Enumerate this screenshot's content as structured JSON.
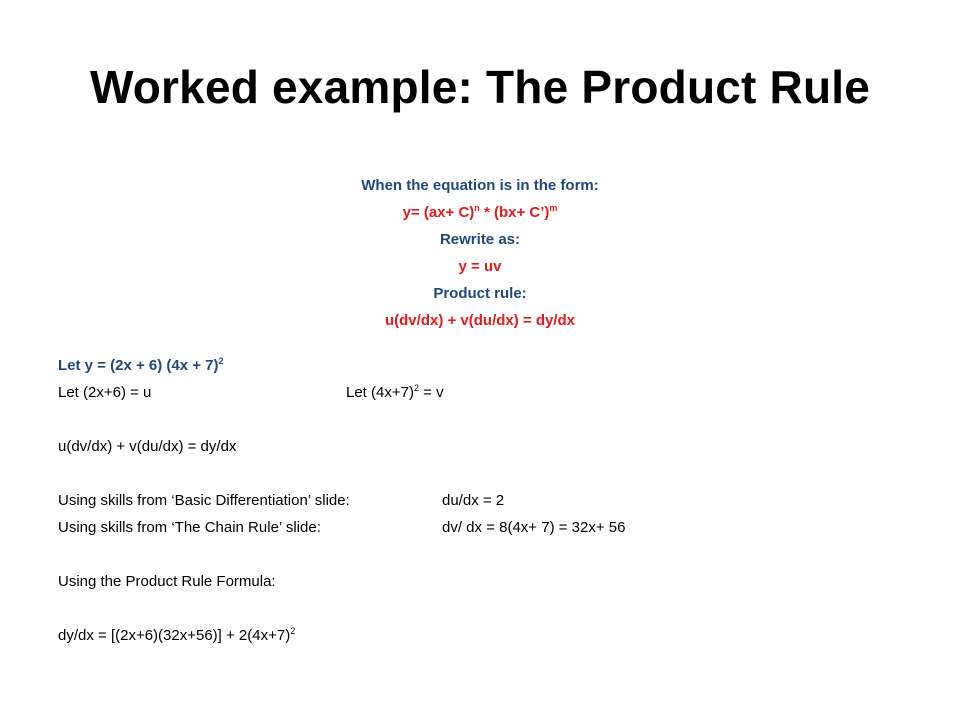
{
  "title": "Worked example: The Product Rule",
  "intro": {
    "line1": "When the equation is in the form:",
    "form_base1": "y= (ax+ C)",
    "form_exp1": "n",
    "form_mid": " * (bx+ C’)",
    "form_exp2": "m",
    "line3": "Rewrite as:",
    "line4": "y = uv",
    "line5": "Product rule:",
    "line6": "u(dv/dx) + v(du/dx) = dy/dx"
  },
  "work": {
    "let_y_text": "Let y =  (2x + 6) (4x + 7)",
    "let_y_exp": "2",
    "let_u": "Let (2x+6) = u",
    "let_v_base": "Let (4x+7)",
    "let_v_exp": "2",
    "let_v_tail": " = v",
    "product_rule": "u(dv/dx) + v(du/dx) = dy/dx",
    "skills1_label": "Using skills from ‘Basic Differentiation’ slide:",
    "skills1_value": "du/dx = 2",
    "skills2_label": "Using skills from ‘The Chain Rule’ slide:",
    "skills2_value": "dv/ dx = 8(4x+ 7) = 32x+ 56",
    "formula_heading": "Using the Product Rule Formula:",
    "result_base": "dy/dx = [(2x+6)(32x+56)] + 2(4x+7)",
    "result_exp": "2"
  },
  "colors": {
    "heading_blue": "#1f497d",
    "emphasis_red": "#e41b1b"
  }
}
